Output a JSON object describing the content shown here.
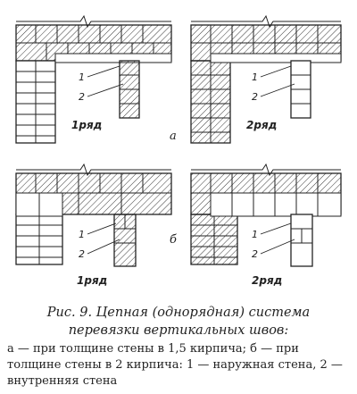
{
  "diagrams": [
    {
      "section": "",
      "row_label": "1ряд",
      "callouts": [
        "1",
        "2"
      ]
    },
    {
      "section": "а",
      "row_label": "2ряд",
      "callouts": [
        "1",
        "2"
      ]
    },
    {
      "section": "",
      "row_label": "1ряд",
      "callouts": [
        "1",
        "2"
      ]
    },
    {
      "section": "б",
      "row_label": "2ряд",
      "callouts": [
        "1",
        "2"
      ]
    }
  ],
  "caption": {
    "title": "Рис. 9. Цепная (однорядная) система перевязки вертикальных швов:",
    "text": "а — при толщине стены в 1,5 кирпича; б — при толщине стены в 2 кирпича: 1 — наружная стена, 2 — внутренняя стена"
  }
}
